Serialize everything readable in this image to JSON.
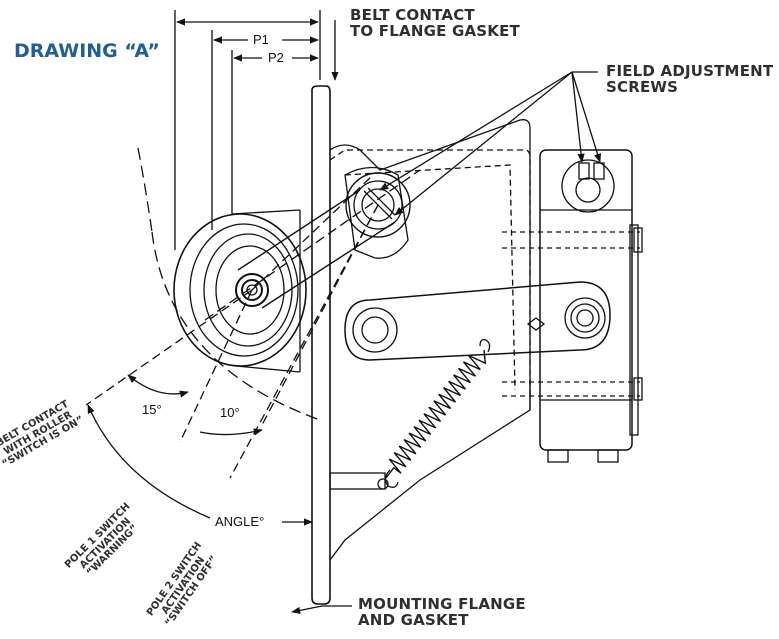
{
  "title": "DRAWING “A”",
  "callouts": {
    "belt_contact_flange": [
      "BELT CONTACT",
      "TO FLANGE GASKET"
    ],
    "field_adjustment": [
      "FIELD ADJUSTMENT",
      "SCREWS"
    ],
    "mounting_flange": [
      "MOUNTING FLANGE",
      "AND GASKET"
    ]
  },
  "dimensions": {
    "p1": "P1",
    "p2": "P2",
    "angle_15": "15°",
    "angle_10": "10°",
    "angle": "ANGLE°"
  },
  "arc_labels": {
    "belt_contact_roller": [
      "BELT CONTACT",
      "WITH ROLLER",
      "“SWITCH IS ON”"
    ],
    "pole1": [
      "POLE 1 SWITCH",
      "ACTIVATION",
      "“WARNING”"
    ],
    "pole2": [
      "POLE 2 SWITCH",
      "ACTIVATION",
      "“SWITCH OFF”"
    ]
  },
  "colors": {
    "title": "#1f5f97",
    "callout": "#2f2f2f",
    "line": "#111111"
  }
}
